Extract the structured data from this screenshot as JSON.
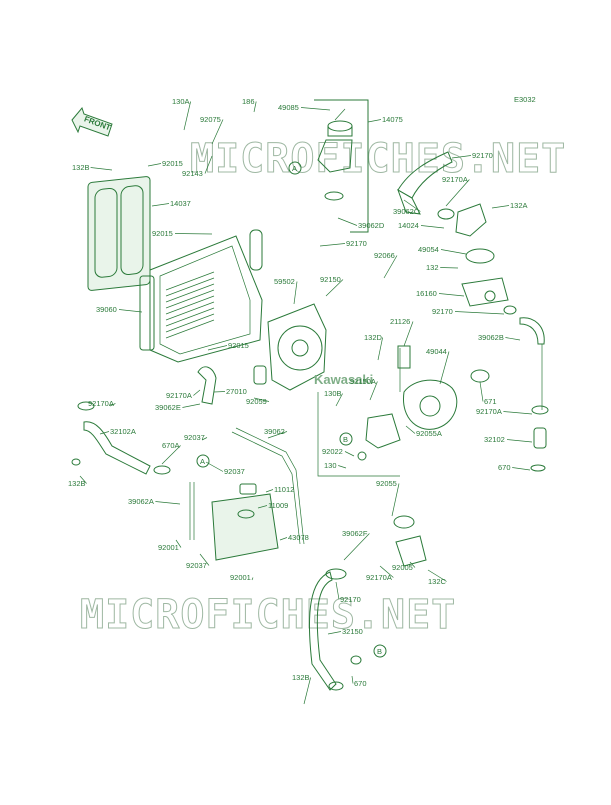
{
  "diagram_code": "E3032",
  "front_label": "FRONT",
  "brand_label": "Kawasaki",
  "watermark": "MICROFICHES.NET",
  "callout_a": "A",
  "callout_b": "B",
  "parts": [
    {
      "no": "130A"
    },
    {
      "no": "186"
    },
    {
      "no": "49085"
    },
    {
      "no": "14075"
    },
    {
      "no": "92075"
    },
    {
      "no": "132B"
    },
    {
      "no": "92015"
    },
    {
      "no": "92143"
    },
    {
      "no": "92170"
    },
    {
      "no": "92170A"
    },
    {
      "no": "39062C"
    },
    {
      "no": "132A"
    },
    {
      "no": "14024"
    },
    {
      "no": "14037"
    },
    {
      "no": "92015"
    },
    {
      "no": "39062D"
    },
    {
      "no": "92170"
    },
    {
      "no": "92066"
    },
    {
      "no": "49054"
    },
    {
      "no": "132"
    },
    {
      "no": "16160"
    },
    {
      "no": "39060"
    },
    {
      "no": "59502"
    },
    {
      "no": "92150"
    },
    {
      "no": "92170"
    },
    {
      "no": "21126"
    },
    {
      "no": "39062B"
    },
    {
      "no": "132D"
    },
    {
      "no": "49044"
    },
    {
      "no": "92015"
    },
    {
      "no": "27010"
    },
    {
      "no": "92150A"
    },
    {
      "no": "92170A"
    },
    {
      "no": "39062E"
    },
    {
      "no": "92059"
    },
    {
      "no": "130B"
    },
    {
      "no": "671"
    },
    {
      "no": "92170A"
    },
    {
      "no": "92170A"
    },
    {
      "no": "32102A"
    },
    {
      "no": "92055A"
    },
    {
      "no": "670A"
    },
    {
      "no": "92037"
    },
    {
      "no": "39062"
    },
    {
      "no": "92022"
    },
    {
      "no": "130"
    },
    {
      "no": "32102"
    },
    {
      "no": "92037"
    },
    {
      "no": "670"
    },
    {
      "no": "132B"
    },
    {
      "no": "11012"
    },
    {
      "no": "92055"
    },
    {
      "no": "39062A"
    },
    {
      "no": "11009"
    },
    {
      "no": "92001"
    },
    {
      "no": "43078"
    },
    {
      "no": "39062F"
    },
    {
      "no": "92037"
    },
    {
      "no": "92005"
    },
    {
      "no": "92170A"
    },
    {
      "no": "132C"
    },
    {
      "no": "92001"
    },
    {
      "no": "92170"
    },
    {
      "no": "32150"
    },
    {
      "no": "132B"
    },
    {
      "no": "670"
    }
  ]
}
